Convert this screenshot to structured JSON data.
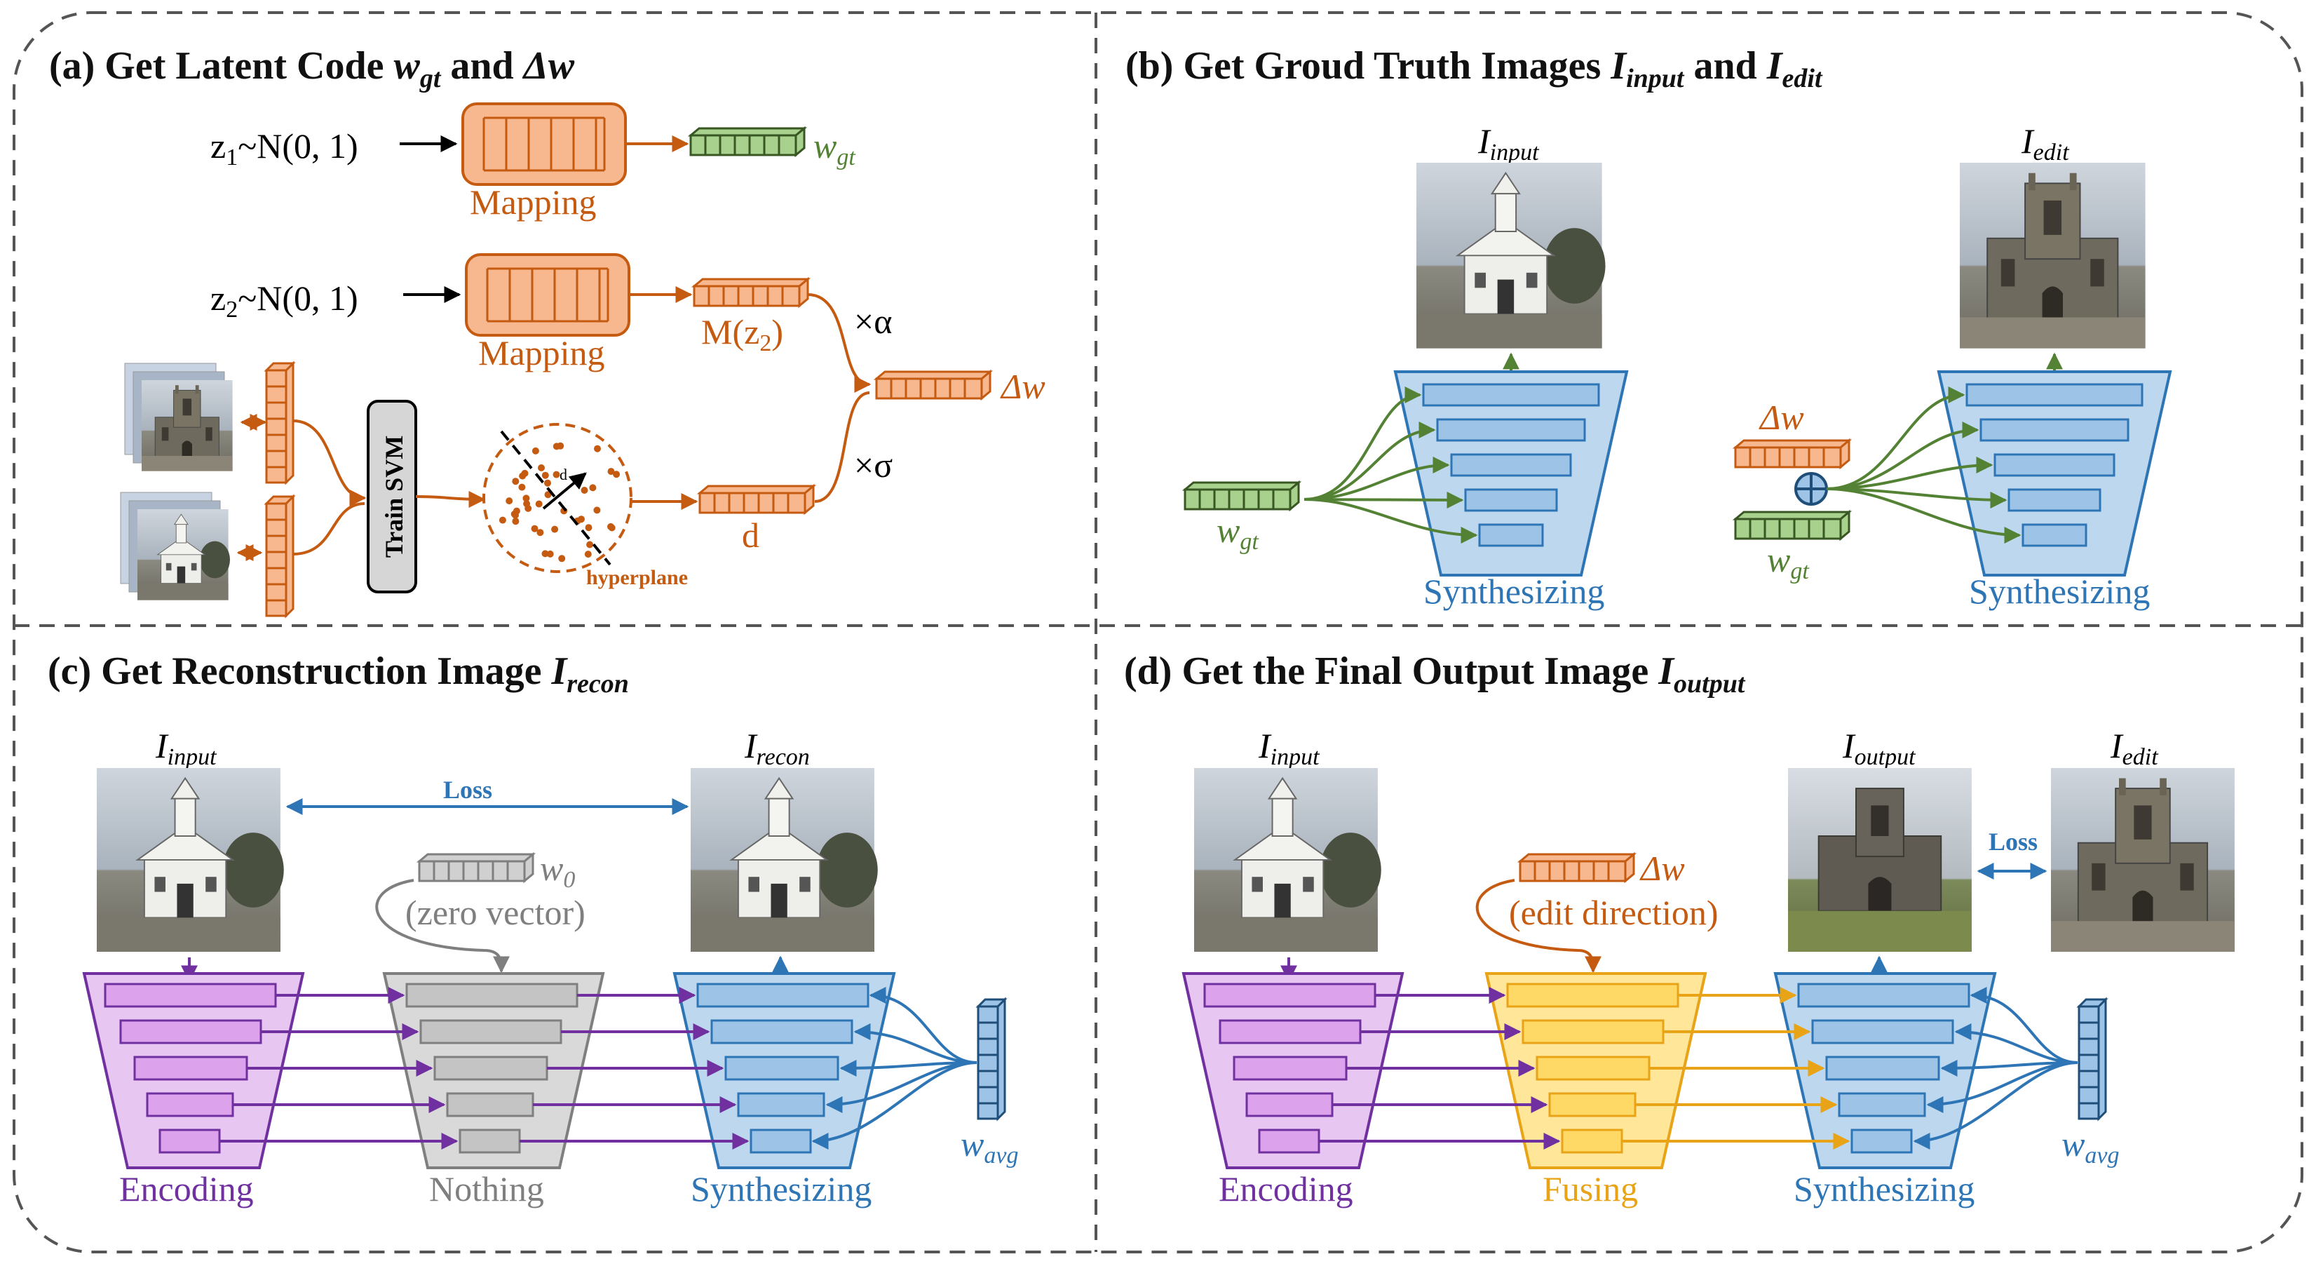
{
  "colors": {
    "orange": "#c55a11",
    "orange_fill": "#f8b88f",
    "green": "#548235",
    "green_fill": "#a9d18e",
    "blue": "#2e75b6",
    "blue_fill": "#bdd7ee",
    "blue_block": "#9dc3e6",
    "purple": "#7030a0",
    "purple_fill": "#e8c6f2",
    "gray": "#7f7f7f",
    "gray_fill": "#d9d9d9",
    "yellow": "#e8a317",
    "yellow_fill": "#ffe699"
  },
  "panel_a": {
    "title_prefix": "(a) Get Latent Code ",
    "title_w": "w",
    "title_w_sub": "gt",
    "title_and": " and ",
    "title_dw": "Δw",
    "z1": "z",
    "z1_sub": "1",
    "z1_rest": "~N(0, 1)",
    "z2": "z",
    "z2_sub": "2",
    "z2_rest": "~N(0, 1)",
    "mapping1": "Mapping",
    "mapping2": "Mapping",
    "w_gt": "w",
    "w_gt_sub": "gt",
    "m_z2": "M(z",
    "m_z2_sub": "2",
    "m_z2_end": ")",
    "times_alpha": "×α",
    "times_sigma": "×σ",
    "delta_w": "Δw",
    "train_svm": "Train SVM",
    "d_small": "d",
    "d_label": "d",
    "hyperplane": "hyperplane"
  },
  "panel_b": {
    "title_prefix": "(b) Get Groud Truth Images ",
    "title_i1": "I",
    "title_i1_sub": "input",
    "title_and": " and ",
    "title_i2": "I",
    "title_i2_sub": "edit",
    "i_input": "I",
    "i_input_sub": "input",
    "i_edit": "I",
    "i_edit_sub": "edit",
    "w_gt": "w",
    "w_gt_sub": "gt",
    "w_gt2": "w",
    "w_gt2_sub": "gt",
    "delta_w": "Δw",
    "synth1": "Synthesizing",
    "synth2": "Synthesizing"
  },
  "panel_c": {
    "title_prefix": "(c) Get Reconstruction Image  ",
    "title_i": "I",
    "title_i_sub": "recon",
    "i_input": "I",
    "i_input_sub": "input",
    "i_recon": "I",
    "i_recon_sub": "recon",
    "loss": "Loss",
    "w0": "w",
    "w0_sub": "0",
    "zero_vector": "(zero vector)",
    "encoding": "Encoding",
    "nothing": "Nothing",
    "synth": "Synthesizing",
    "w_avg": "w",
    "w_avg_sub": "avg"
  },
  "panel_d": {
    "title_prefix": "(d) Get the Final Output Image ",
    "title_i": "I",
    "title_i_sub": "output",
    "i_input": "I",
    "i_input_sub": "input",
    "i_output": "I",
    "i_output_sub": "output",
    "i_edit": "I",
    "i_edit_sub": "edit",
    "loss": "Loss",
    "delta_w": "Δw",
    "edit_direction": "(edit direction)",
    "encoding": "Encoding",
    "fusing": "Fusing",
    "synth": "Synthesizing",
    "w_avg": "w",
    "w_avg_sub": "avg"
  }
}
